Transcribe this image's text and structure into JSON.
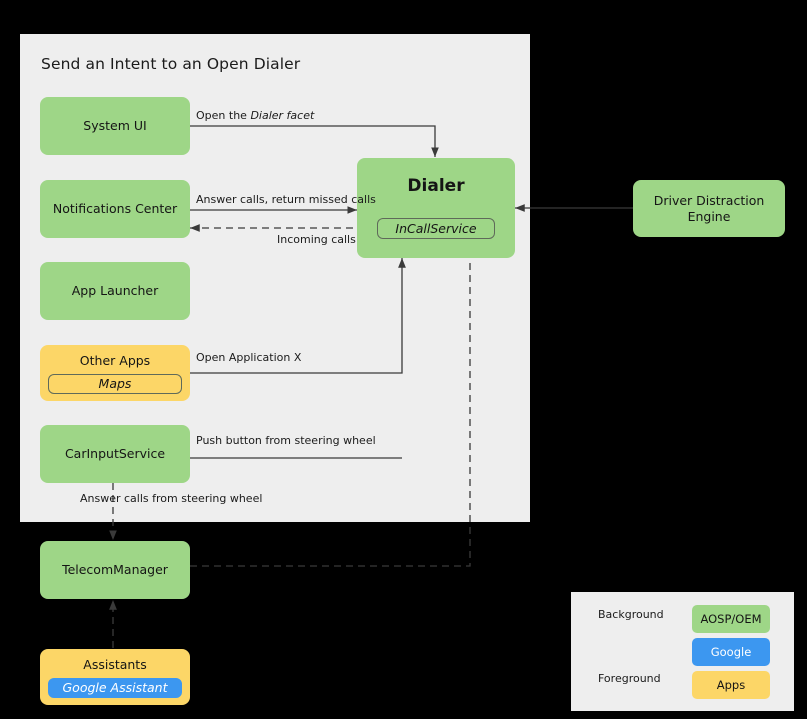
{
  "panel": {
    "title": "Send an Intent to an Open Dialer"
  },
  "nodes": {
    "system_ui": {
      "label": "System UI"
    },
    "notifications": {
      "label": "Notifications Center"
    },
    "app_launcher": {
      "label": "App Launcher"
    },
    "other_apps": {
      "label": "Other Apps",
      "chip": "Maps"
    },
    "car_input": {
      "label": "CarInputService"
    },
    "dialer": {
      "label": "Dialer",
      "chip": "InCallService"
    },
    "driver_distraction": {
      "label": "Driver Distraction Engine",
      "line1": "Driver Distraction",
      "line2": "Engine"
    },
    "telecom_manager": {
      "label": "TelecomManager"
    },
    "assistants": {
      "label": "Assistants",
      "chip": "Google Assistant"
    }
  },
  "edges": {
    "open_dialer_facet_pre": "Open the ",
    "open_dialer_facet_em": "Dialer facet",
    "answer_return_missed": "Answer calls, return missed calls",
    "incoming_calls": "Incoming calls",
    "open_application_x": "Open Application X",
    "push_button_steering": "Push button from steering wheel",
    "answer_calls_steering": "Answer calls from steering wheel"
  },
  "legend": {
    "background_label": "Background",
    "foreground_label": "Foreground",
    "swatches": [
      {
        "label": "AOSP/OEM",
        "color": "#9ed687"
      },
      {
        "label": "Google",
        "color": "#3c97f0"
      },
      {
        "label": "Apps",
        "color": "#fcd667"
      }
    ]
  },
  "colors": {
    "green": "#9ed687",
    "yellow": "#fcd667",
    "blue": "#3c97f0",
    "panel_bg": "#eeeeee",
    "page_bg": "#000000",
    "line": "#3a3a3a"
  }
}
